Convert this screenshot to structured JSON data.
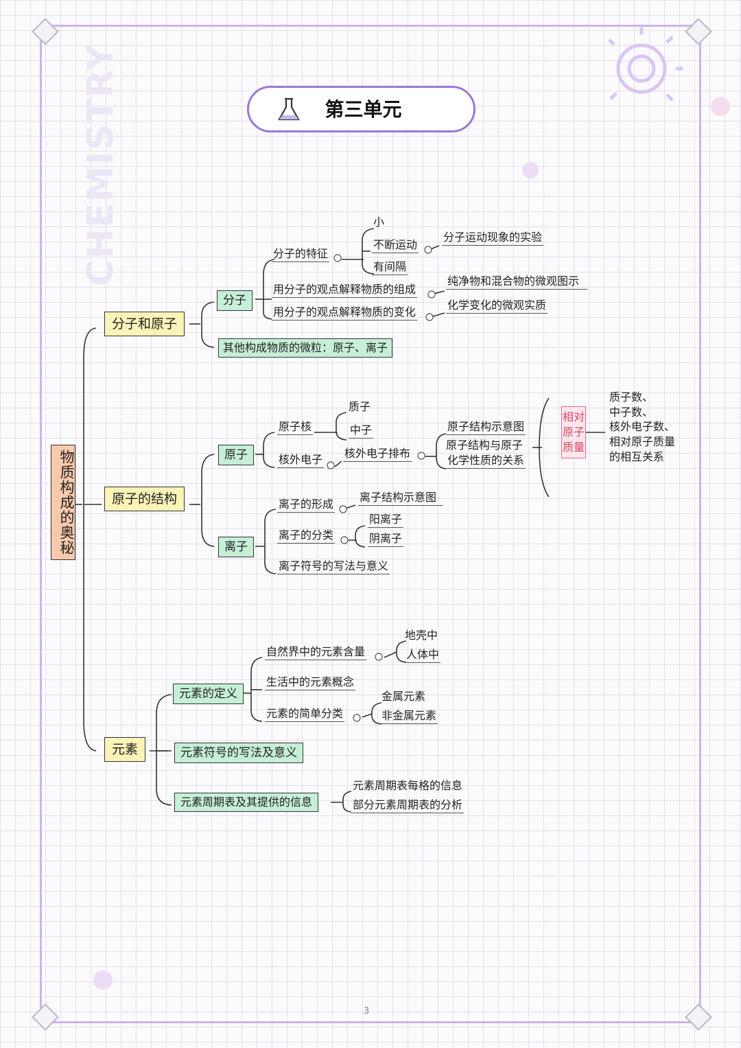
{
  "watermark": "CHEMISTRY",
  "title": "第三单元",
  "root": "物质构成的奥秘",
  "section1": {
    "label": "分子和原子",
    "molecule": {
      "label": "分子",
      "features": "分子的特征",
      "small": "小",
      "moving": "不断运动",
      "moving_exp": "分子运动现象的实验",
      "gap": "有间隔",
      "composition": "用分子的观点解释物质的组成",
      "composition_note": "纯净物和混合物的微观图示",
      "change": "用分子的观点解释物质的变化",
      "change_note": "化学变化的微观实质"
    },
    "other": "其他构成物质的微粒：原子、离子"
  },
  "section2": {
    "label": "原子的结构",
    "atom": {
      "label": "原子",
      "nucleus": "原子核",
      "proton": "质子",
      "neutron": "中子",
      "electrons": "核外电子",
      "arrangement": "核外电子排布",
      "diagram": "原子结构示意图",
      "relation_line1": "原子结构与原子",
      "relation_line2": "化学性质的关系",
      "mass_box": "相对原子质量",
      "mass_relation": [
        "质子数、",
        "中子数、",
        "核外电子数、",
        "相对原子质量",
        "的相互关系"
      ]
    },
    "ion": {
      "label": "离子",
      "formation": "离子的形成",
      "formation_note": "离子结构示意图",
      "classification": "离子的分类",
      "cation": "阳离子",
      "anion": "阴离子",
      "symbol": "离子符号的写法与意义"
    }
  },
  "section3": {
    "label": "元素",
    "definition": {
      "label": "元素的定义",
      "content": "自然界中的元素含量",
      "crust": "地壳中",
      "body": "人体中",
      "life": "生活中的元素概念",
      "classify": "元素的简单分类",
      "metal": "金属元素",
      "nonmetal": "非金属元素"
    },
    "symbols": "元素符号的写法及意义",
    "periodic": {
      "label": "元素周期表及其提供的信息",
      "cell": "元素周期表每格的信息",
      "partial": "部分元素周期表的分析"
    }
  },
  "page_number": "3"
}
